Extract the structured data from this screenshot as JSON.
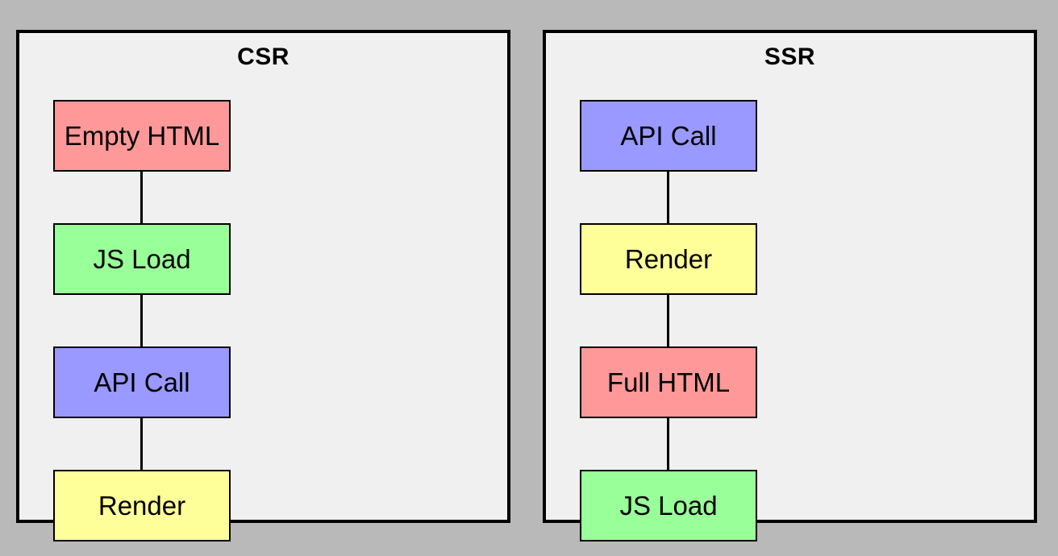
{
  "colors": {
    "background": "#b9b9b9",
    "panel_fill": "#f0f0f0",
    "border": "#000000",
    "red_node": "#ff9999",
    "green_node": "#99ff99",
    "purple_node": "#9999ff",
    "yellow_node": "#ffff99"
  },
  "panels": [
    {
      "title": "CSR",
      "steps": [
        {
          "label": "Empty HTML",
          "color": "#ff9999"
        },
        {
          "label": "JS Load",
          "color": "#99ff99"
        },
        {
          "label": "API Call",
          "color": "#9999ff"
        },
        {
          "label": "Render",
          "color": "#ffff99"
        }
      ]
    },
    {
      "title": "SSR",
      "steps": [
        {
          "label": "API Call",
          "color": "#9999ff"
        },
        {
          "label": "Render",
          "color": "#ffff99"
        },
        {
          "label": "Full HTML",
          "color": "#ff9999"
        },
        {
          "label": "JS Load",
          "color": "#99ff99"
        }
      ]
    }
  ]
}
